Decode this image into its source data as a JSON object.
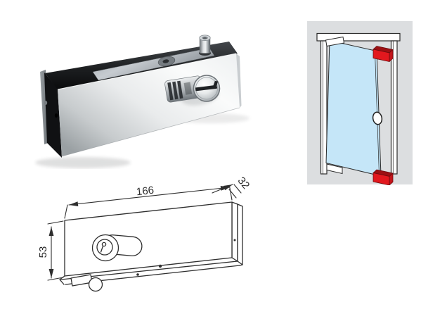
{
  "colors": {
    "page_bg": "#ffffff",
    "diagram_bg": "#dcdee0",
    "glass": "#c5e6f8",
    "red_front": "#e2181e",
    "red_top": "#9c1013",
    "red_side": "#c4151b",
    "drawing_line": "#2e2e2e"
  },
  "technical_drawing": {
    "dim_width": "166",
    "dim_depth": "32",
    "dim_height": "53"
  }
}
